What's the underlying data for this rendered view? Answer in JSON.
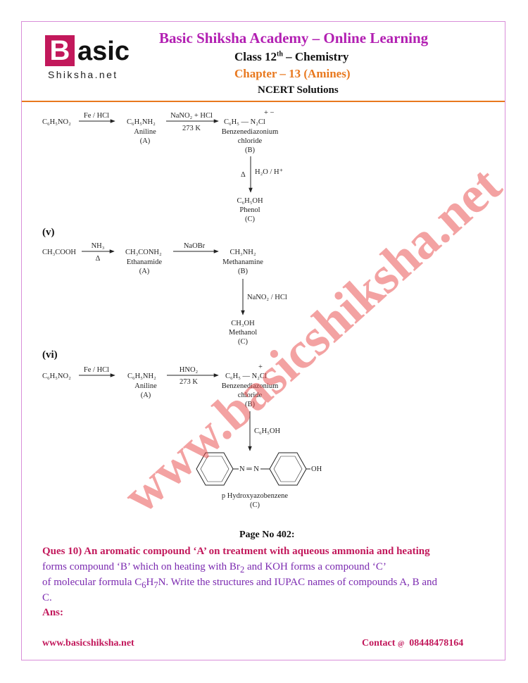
{
  "header": {
    "logo_main": "B",
    "logo_rest": "asic",
    "logo_sub": "Shiksha.net",
    "academy_title": "Basic Shiksha Academy – Online Learning",
    "class_prefix": "Class 12",
    "class_sup": "th",
    "class_suffix": " – Chemistry",
    "chapter": "Chapter – 13 (Amines)",
    "subtitle": "NCERT Solutions"
  },
  "reaction_iv": {
    "reactant": "C₆H₅NO₂",
    "reagent1": "Fe / HCl",
    "product_a": "C₆H₅NH₂",
    "name_a": "Aniline",
    "label_a": "(A)",
    "reagent2_top": "NaNO₂ + HCl",
    "reagent2_bottom": "273 K",
    "product_b": "C₆H₅ — N₂Cl",
    "charges_b": "+ −",
    "name_b1": "Benzenediazonium",
    "name_b2": "chloride",
    "label_b": "(B)",
    "reagent3_left": "Δ",
    "reagent3_right": "H₂O / H⁺",
    "product_c": "C₆H₅OH",
    "name_c": "Phenol",
    "label_c": "(C)"
  },
  "reaction_v": {
    "section": "(v)",
    "reactant": "CH₃COOH",
    "reagent1_top": "NH₃",
    "reagent1_bottom": "Δ",
    "product_a": "CH₃CONH₂",
    "name_a": "Ethanamide",
    "label_a": "(A)",
    "reagent2": "NaOBr",
    "product_b": "CH₃NH₂",
    "name_b": "Methanamine",
    "label_b": "(B)",
    "reagent3": "NaNO₂ / HCl",
    "product_c": "CH₃OH",
    "name_c": "Methanol",
    "label_c": "(C)"
  },
  "reaction_vi": {
    "section": "(vi)",
    "reactant": "C₆H₅NO₂",
    "reagent1": "Fe / HCl",
    "product_a": "C₆H₅NH₂",
    "name_a": "Aniline",
    "label_a": "(A)",
    "reagent2_top": "HNO₂",
    "reagent2_bottom": "273 K",
    "product_b": "C₆H₅ — N₂Cl",
    "charge_b": "+",
    "name_b1": "Benzenediazonium",
    "name_b2": "chloride",
    "label_b": "(B)",
    "reagent3": "C₆H₅OH",
    "azo_link": "N ═ N",
    "azo_oh": "OH",
    "name_c": "p  Hydroxyazobenzene",
    "label_c": "(C)"
  },
  "page_no": "Page No 402:",
  "question": {
    "label": "Ques 10)",
    "bold_text": " An aromatic compound ‘A’ on treatment with aqueous ammonia and heating",
    "line2_a": "forms compound ‘B’ which on heating with Br",
    "line2_sub": "2",
    "line2_b": " and KOH forms a compound ‘C’",
    "line3_a": "of molecular formula C",
    "line3_sub1": "6",
    "line3_b": "H",
    "line3_sub2": "7",
    "line3_c": "N. Write the structures and IUPAC names of compounds A, B and",
    "line4": "C."
  },
  "answer_label": "Ans:",
  "footer": {
    "website": "www.basicshiksha.net",
    "contact_label": "Contact",
    "contact_at": "@",
    "phone": "08448478164"
  },
  "watermark": "www.basicshiksha.net",
  "colors": {
    "frame": "#d98ed9",
    "academy_title": "#b21fb2",
    "chapter": "#e8781e",
    "rule": "#e8781e",
    "question_label": "#c2185b",
    "question_text": "#7b2ab0",
    "footer": "#c2185b",
    "logo_bg": "#c2185b",
    "watermark": "#e84646"
  }
}
